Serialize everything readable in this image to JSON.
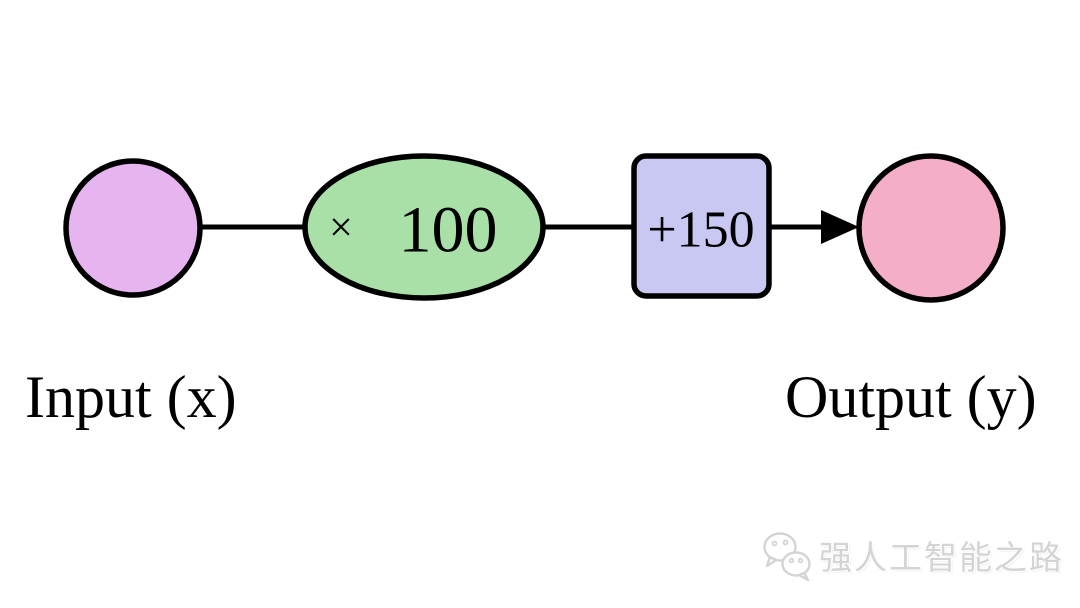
{
  "diagram": {
    "nodes": {
      "input": {
        "shape": "circle",
        "fill": "#e6b5f0"
      },
      "multiply": {
        "shape": "ellipse",
        "fill": "#a8e0a8",
        "operator": "×",
        "value": "100"
      },
      "add": {
        "shape": "rounded-square",
        "fill": "#c9c8f3",
        "label": "+150"
      },
      "output": {
        "shape": "circle",
        "fill": "#f4aec7"
      }
    },
    "labels": {
      "input": "Input (x)",
      "output": "Output (y)"
    },
    "stroke_color": "#000000"
  },
  "watermark": {
    "icon": "wechat-chat-bubbles-icon",
    "text": "强人工智能之路",
    "color": "#d4d4d4"
  }
}
